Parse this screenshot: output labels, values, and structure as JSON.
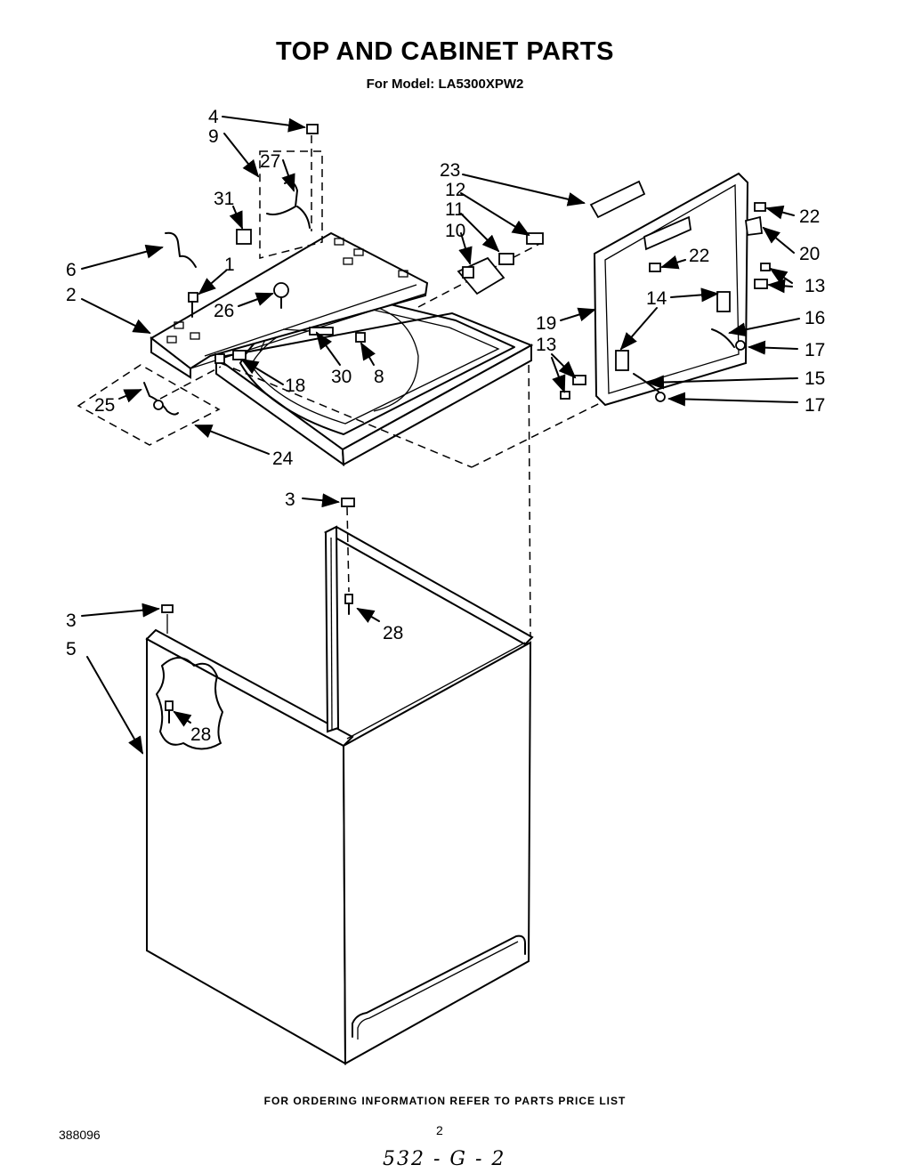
{
  "header": {
    "title": "TOP AND CABINET  PARTS",
    "subtitle": "For Model: LA5300XPW2"
  },
  "callouts": [
    "4",
    "9",
    "27",
    "31",
    "6",
    "1",
    "2",
    "26",
    "23",
    "12",
    "11",
    "10",
    "30",
    "8",
    "18",
    "25",
    "24",
    "22",
    "22",
    "20",
    "13",
    "14",
    "19",
    "13",
    "16",
    "17",
    "15",
    "17",
    "3",
    "28",
    "3",
    "5",
    "28"
  ],
  "footer": {
    "ordering_note": "FOR ORDERING INFORMATION REFER TO PARTS PRICE LIST",
    "doc_number": "388096",
    "page_number": "2",
    "handwritten": "532 - G - 2"
  }
}
